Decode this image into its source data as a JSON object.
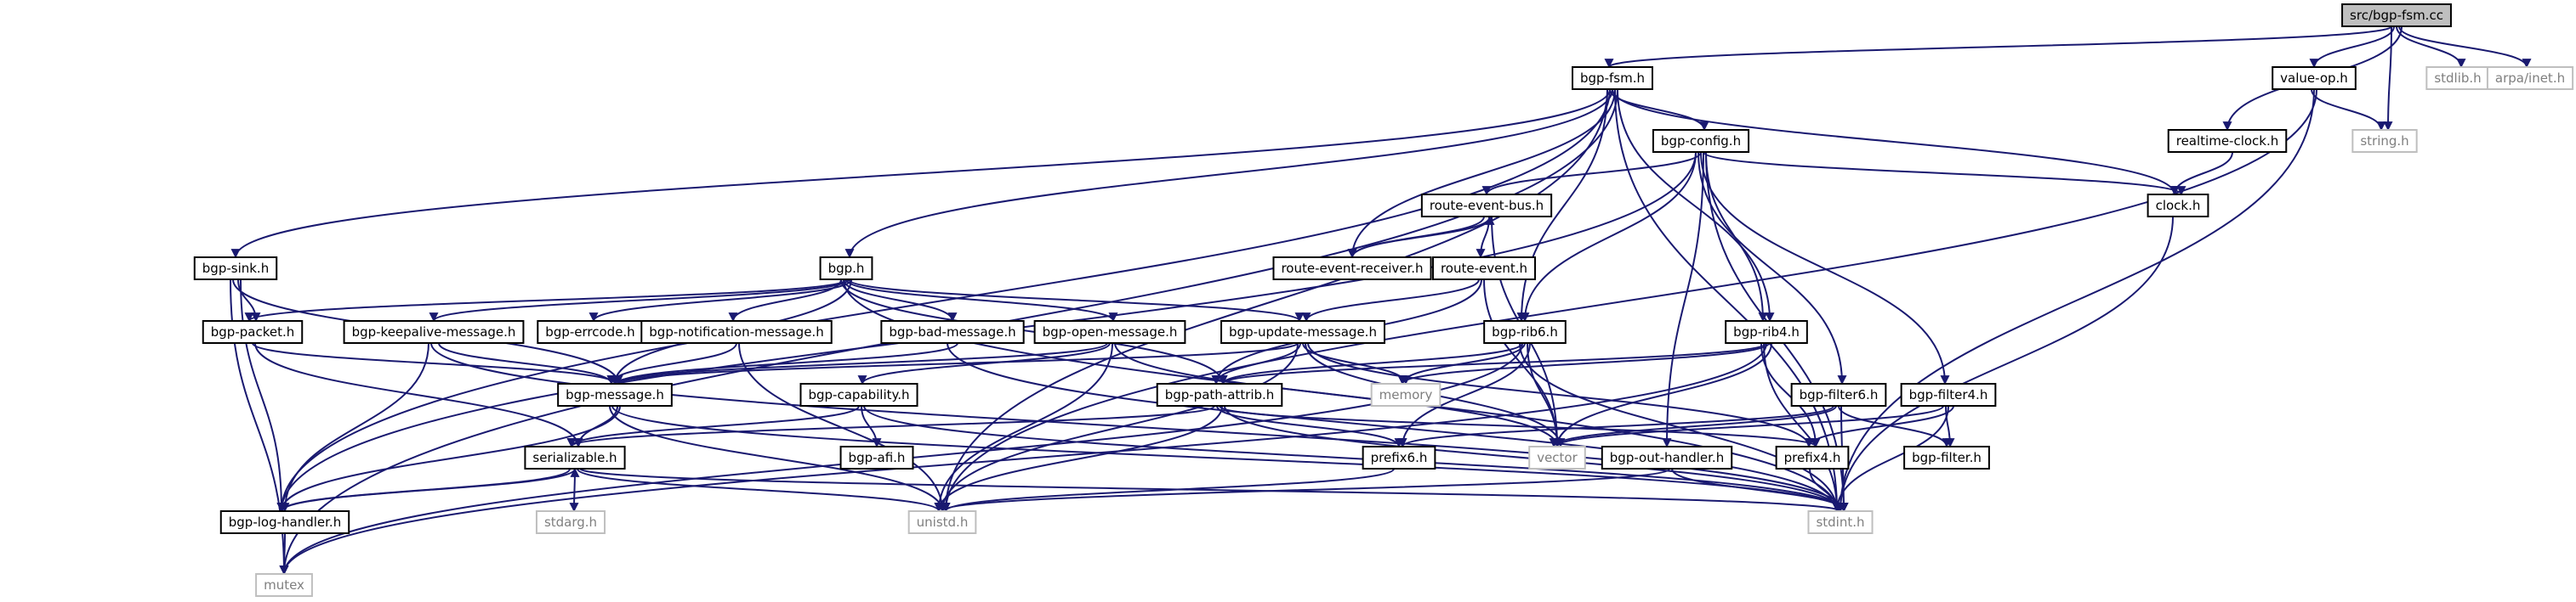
{
  "diagram": {
    "colors": {
      "edge": "#191970",
      "node_border": "#000000",
      "sys_border": "#bfbfbf",
      "root_fill": "#bfbfbf",
      "node_fill": "#ffffff",
      "text": "#000000",
      "sys_text": "#7f7f7f"
    },
    "nodes": [
      {
        "id": "bgp-fsm-cc",
        "label": "src/bgp-fsm.cc",
        "kind": "root"
      },
      {
        "id": "bgp-fsm-h",
        "label": "bgp-fsm.h",
        "kind": "file"
      },
      {
        "id": "value-op-h",
        "label": "value-op.h",
        "kind": "file"
      },
      {
        "id": "stdlib-h",
        "label": "stdlib.h",
        "kind": "sys"
      },
      {
        "id": "arpa-inet-h",
        "label": "arpa/inet.h",
        "kind": "sys"
      },
      {
        "id": "realtime-clock-h",
        "label": "realtime-clock.h",
        "kind": "file"
      },
      {
        "id": "string-h",
        "label": "string.h",
        "kind": "sys"
      },
      {
        "id": "bgp-config-h",
        "label": "bgp-config.h",
        "kind": "file"
      },
      {
        "id": "clock-h",
        "label": "clock.h",
        "kind": "file"
      },
      {
        "id": "route-event-bus-h",
        "label": "route-event-bus.h",
        "kind": "file"
      },
      {
        "id": "route-event-receiver-h",
        "label": "route-event-receiver.h",
        "kind": "file"
      },
      {
        "id": "route-event-h",
        "label": "route-event.h",
        "kind": "file"
      },
      {
        "id": "bgp-sink-h",
        "label": "bgp-sink.h",
        "kind": "file"
      },
      {
        "id": "bgp-h",
        "label": "bgp.h",
        "kind": "file"
      },
      {
        "id": "bgp-packet-h",
        "label": "bgp-packet.h",
        "kind": "file"
      },
      {
        "id": "bgp-keepalive-message-h",
        "label": "bgp-keepalive-message.h",
        "kind": "file"
      },
      {
        "id": "bgp-errcode-h",
        "label": "bgp-errcode.h",
        "kind": "file"
      },
      {
        "id": "bgp-notification-message-h",
        "label": "bgp-notification-message.h",
        "kind": "file"
      },
      {
        "id": "bgp-bad-message-h",
        "label": "bgp-bad-message.h",
        "kind": "file"
      },
      {
        "id": "bgp-open-message-h",
        "label": "bgp-open-message.h",
        "kind": "file"
      },
      {
        "id": "bgp-update-message-h",
        "label": "bgp-update-message.h",
        "kind": "file"
      },
      {
        "id": "bgp-rib6-h",
        "label": "bgp-rib6.h",
        "kind": "file"
      },
      {
        "id": "bgp-rib4-h",
        "label": "bgp-rib4.h",
        "kind": "file"
      },
      {
        "id": "bgp-message-h",
        "label": "bgp-message.h",
        "kind": "file"
      },
      {
        "id": "bgp-capability-h",
        "label": "bgp-capability.h",
        "kind": "file"
      },
      {
        "id": "bgp-path-attrib-h",
        "label": "bgp-path-attrib.h",
        "kind": "file"
      },
      {
        "id": "memory",
        "label": "memory",
        "kind": "sys"
      },
      {
        "id": "bgp-filter6-h",
        "label": "bgp-filter6.h",
        "kind": "file"
      },
      {
        "id": "bgp-filter4-h",
        "label": "bgp-filter4.h",
        "kind": "file"
      },
      {
        "id": "bgp-afi-h",
        "label": "bgp-afi.h",
        "kind": "file"
      },
      {
        "id": "serializable-h",
        "label": "serializable.h",
        "kind": "file"
      },
      {
        "id": "prefix6-h",
        "label": "prefix6.h",
        "kind": "file"
      },
      {
        "id": "vector",
        "label": "vector",
        "kind": "sys"
      },
      {
        "id": "bgp-out-handler-h",
        "label": "bgp-out-handler.h",
        "kind": "file"
      },
      {
        "id": "prefix4-h",
        "label": "prefix4.h",
        "kind": "file"
      },
      {
        "id": "bgp-filter-h",
        "label": "bgp-filter.h",
        "kind": "file"
      },
      {
        "id": "bgp-log-handler-h",
        "label": "bgp-log-handler.h",
        "kind": "file"
      },
      {
        "id": "stdarg-h",
        "label": "stdarg.h",
        "kind": "sys"
      },
      {
        "id": "unistd-h",
        "label": "unistd.h",
        "kind": "sys"
      },
      {
        "id": "stdint-h",
        "label": "stdint.h",
        "kind": "sys"
      },
      {
        "id": "mutex",
        "label": "mutex",
        "kind": "sys"
      }
    ],
    "edges": [
      [
        "bgp-fsm-cc",
        "bgp-fsm-h"
      ],
      [
        "bgp-fsm-cc",
        "value-op-h"
      ],
      [
        "bgp-fsm-cc",
        "stdlib-h"
      ],
      [
        "bgp-fsm-cc",
        "arpa-inet-h"
      ],
      [
        "bgp-fsm-cc",
        "realtime-clock-h"
      ],
      [
        "bgp-fsm-cc",
        "string-h"
      ],
      [
        "value-op-h",
        "string-h"
      ],
      [
        "value-op-h",
        "stdint-h"
      ],
      [
        "value-op-h",
        "unistd-h"
      ],
      [
        "realtime-clock-h",
        "clock-h"
      ],
      [
        "clock-h",
        "stdint-h"
      ],
      [
        "bgp-fsm-h",
        "bgp-config-h"
      ],
      [
        "bgp-fsm-h",
        "clock-h"
      ],
      [
        "bgp-fsm-h",
        "route-event-receiver-h"
      ],
      [
        "bgp-fsm-h",
        "bgp-rib4-h"
      ],
      [
        "bgp-fsm-h",
        "bgp-rib6-h"
      ],
      [
        "bgp-fsm-h",
        "bgp-sink-h"
      ],
      [
        "bgp-fsm-h",
        "bgp-h"
      ],
      [
        "bgp-fsm-h",
        "stdint-h"
      ],
      [
        "bgp-fsm-h",
        "mutex"
      ],
      [
        "bgp-fsm-h",
        "unistd-h"
      ],
      [
        "bgp-fsm-h",
        "bgp-log-handler-h"
      ],
      [
        "bgp-config-h",
        "route-event-bus-h"
      ],
      [
        "bgp-config-h",
        "clock-h"
      ],
      [
        "bgp-config-h",
        "bgp-rib4-h"
      ],
      [
        "bgp-config-h",
        "bgp-rib6-h"
      ],
      [
        "bgp-config-h",
        "bgp-filter6-h"
      ],
      [
        "bgp-config-h",
        "bgp-filter4-h"
      ],
      [
        "bgp-config-h",
        "bgp-out-handler-h"
      ],
      [
        "bgp-config-h",
        "stdint-h"
      ],
      [
        "bgp-config-h",
        "bgp-log-handler-h"
      ],
      [
        "route-event-bus-h",
        "route-event-receiver-h"
      ],
      [
        "route-event-receiver-h",
        "route-event-bus-h"
      ],
      [
        "route-event-bus-h",
        "route-event-h"
      ],
      [
        "route-event-bus-h",
        "vector"
      ],
      [
        "route-event-h",
        "bgp-update-message-h"
      ],
      [
        "route-event-h",
        "bgp-path-attrib-h"
      ],
      [
        "route-event-h",
        "vector"
      ],
      [
        "bgp-sink-h",
        "bgp-packet-h"
      ],
      [
        "bgp-sink-h",
        "bgp-log-handler-h"
      ],
      [
        "bgp-sink-h",
        "mutex"
      ],
      [
        "bgp-sink-h",
        "bgp-message-h"
      ],
      [
        "bgp-h",
        "bgp-packet-h"
      ],
      [
        "bgp-h",
        "bgp-keepalive-message-h"
      ],
      [
        "bgp-h",
        "bgp-errcode-h"
      ],
      [
        "bgp-h",
        "bgp-notification-message-h"
      ],
      [
        "bgp-h",
        "bgp-bad-message-h"
      ],
      [
        "bgp-h",
        "bgp-open-message-h"
      ],
      [
        "bgp-h",
        "bgp-update-message-h"
      ],
      [
        "bgp-h",
        "bgp-message-h"
      ],
      [
        "bgp-h",
        "bgp-path-attrib-h"
      ],
      [
        "bgp-h",
        "stdint-h"
      ],
      [
        "bgp-packet-h",
        "bgp-message-h"
      ],
      [
        "bgp-packet-h",
        "serializable-h"
      ],
      [
        "bgp-keepalive-message-h",
        "bgp-message-h"
      ],
      [
        "bgp-keepalive-message-h",
        "bgp-log-handler-h"
      ],
      [
        "bgp-keepalive-message-h",
        "stdint-h"
      ],
      [
        "bgp-notification-message-h",
        "bgp-message-h"
      ],
      [
        "bgp-notification-message-h",
        "unistd-h"
      ],
      [
        "bgp-bad-message-h",
        "bgp-message-h"
      ],
      [
        "bgp-bad-message-h",
        "stdint-h"
      ],
      [
        "bgp-open-message-h",
        "bgp-message-h"
      ],
      [
        "bgp-open-message-h",
        "bgp-capability-h"
      ],
      [
        "bgp-open-message-h",
        "unistd-h"
      ],
      [
        "bgp-open-message-h",
        "vector"
      ],
      [
        "bgp-update-message-h",
        "bgp-message-h"
      ],
      [
        "bgp-update-message-h",
        "bgp-path-attrib-h"
      ],
      [
        "bgp-update-message-h",
        "memory"
      ],
      [
        "bgp-update-message-h",
        "vector"
      ],
      [
        "bgp-update-message-h",
        "prefix4-h"
      ],
      [
        "bgp-update-message-h",
        "unistd-h"
      ],
      [
        "bgp-rib6-h",
        "bgp-path-attrib-h"
      ],
      [
        "bgp-rib6-h",
        "memory"
      ],
      [
        "bgp-rib6-h",
        "vector"
      ],
      [
        "bgp-rib6-h",
        "prefix6-h"
      ],
      [
        "bgp-rib6-h",
        "stdint-h"
      ],
      [
        "bgp-rib6-h",
        "mutex"
      ],
      [
        "bgp-rib4-h",
        "bgp-path-attrib-h"
      ],
      [
        "bgp-rib4-h",
        "memory"
      ],
      [
        "bgp-rib4-h",
        "vector"
      ],
      [
        "bgp-rib4-h",
        "prefix4-h"
      ],
      [
        "bgp-rib4-h",
        "stdint-h"
      ],
      [
        "bgp-rib4-h",
        "mutex"
      ],
      [
        "bgp-message-h",
        "serializable-h"
      ],
      [
        "bgp-message-h",
        "bgp-log-handler-h"
      ],
      [
        "bgp-message-h",
        "unistd-h"
      ],
      [
        "bgp-message-h",
        "stdint-h"
      ],
      [
        "bgp-capability-h",
        "serializable-h"
      ],
      [
        "bgp-capability-h",
        "bgp-afi-h"
      ],
      [
        "bgp-capability-h",
        "stdint-h"
      ],
      [
        "bgp-path-attrib-h",
        "serializable-h"
      ],
      [
        "bgp-path-attrib-h",
        "prefix6-h"
      ],
      [
        "bgp-path-attrib-h",
        "prefix4-h"
      ],
      [
        "bgp-path-attrib-h",
        "unistd-h"
      ],
      [
        "bgp-path-attrib-h",
        "stdint-h"
      ],
      [
        "bgp-filter6-h",
        "prefix6-h"
      ],
      [
        "bgp-filter6-h",
        "vector"
      ],
      [
        "bgp-filter6-h",
        "bgp-filter-h"
      ],
      [
        "bgp-filter6-h",
        "stdint-h"
      ],
      [
        "bgp-filter4-h",
        "prefix4-h"
      ],
      [
        "bgp-filter4-h",
        "vector"
      ],
      [
        "bgp-filter4-h",
        "bgp-filter-h"
      ],
      [
        "bgp-filter4-h",
        "stdint-h"
      ],
      [
        "bgp-out-handler-h",
        "unistd-h"
      ],
      [
        "bgp-out-handler-h",
        "stdint-h"
      ],
      [
        "serializable-h",
        "bgp-log-handler-h"
      ],
      [
        "bgp-log-handler-h",
        "serializable-h"
      ],
      [
        "serializable-h",
        "stdarg-h"
      ],
      [
        "serializable-h",
        "unistd-h"
      ],
      [
        "serializable-h",
        "stdint-h"
      ],
      [
        "prefix6-h",
        "unistd-h"
      ],
      [
        "prefix4-h",
        "stdint-h"
      ],
      [
        "bgp-log-handler-h",
        "mutex"
      ]
    ]
  }
}
